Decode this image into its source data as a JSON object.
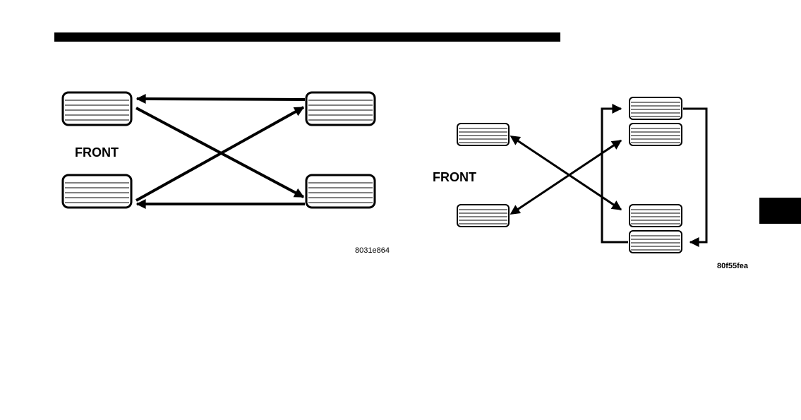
{
  "diagrams": [
    {
      "front_label": "FRONT",
      "figure_id": "8031e864"
    },
    {
      "front_label": "FRONT",
      "figure_id": "80f55fea"
    }
  ]
}
